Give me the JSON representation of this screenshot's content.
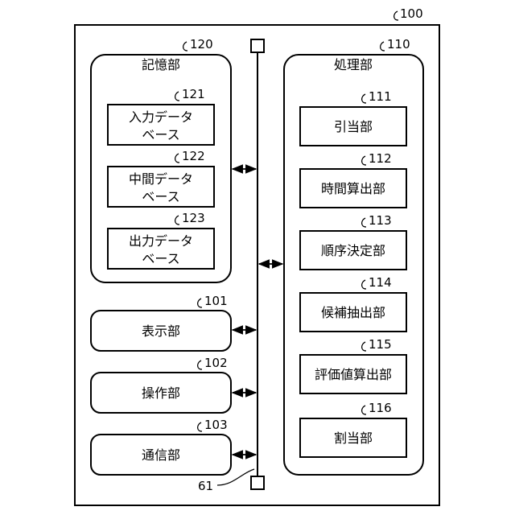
{
  "device": {
    "ref": "100"
  },
  "bus": {
    "ref": "61"
  },
  "storage": {
    "title": "記憶部",
    "ref": "120",
    "items": [
      {
        "line1": "入力データ",
        "line2": "ベース",
        "ref": "121"
      },
      {
        "line1": "中間データ",
        "line2": "ベース",
        "ref": "122"
      },
      {
        "line1": "出力データ",
        "line2": "ベース",
        "ref": "123"
      }
    ]
  },
  "left_units": [
    {
      "label": "表示部",
      "ref": "101"
    },
    {
      "label": "操作部",
      "ref": "102"
    },
    {
      "label": "通信部",
      "ref": "103"
    }
  ],
  "processing": {
    "title": "処理部",
    "ref": "110",
    "items": [
      {
        "label": "引当部",
        "ref": "111"
      },
      {
        "label": "時間算出部",
        "ref": "112"
      },
      {
        "label": "順序決定部",
        "ref": "113"
      },
      {
        "label": "候補抽出部",
        "ref": "114"
      },
      {
        "label": "評価値算出部",
        "ref": "115"
      },
      {
        "label": "割当部",
        "ref": "116"
      }
    ]
  }
}
